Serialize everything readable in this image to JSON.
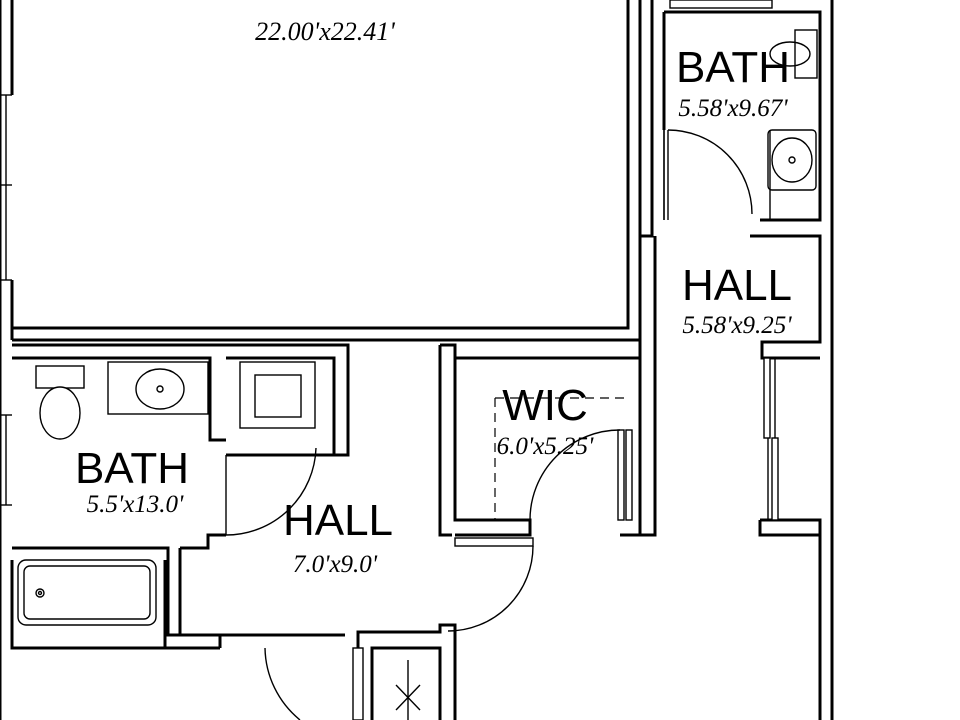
{
  "rooms": {
    "top_room": {
      "dims": "22.00'x22.41'"
    },
    "bath_right": {
      "name": "BATH",
      "dims": "5.58'x9.67'"
    },
    "hall_right": {
      "name": "HALL",
      "dims": "5.58'x9.25'"
    },
    "wic": {
      "name": "WIC",
      "dims": "6.0'x5.25'"
    },
    "bath_left": {
      "name": "BATH",
      "dims": "5.5'x13.0'"
    },
    "hall_center": {
      "name": "HALL",
      "dims": "7.0'x9.0'"
    }
  }
}
